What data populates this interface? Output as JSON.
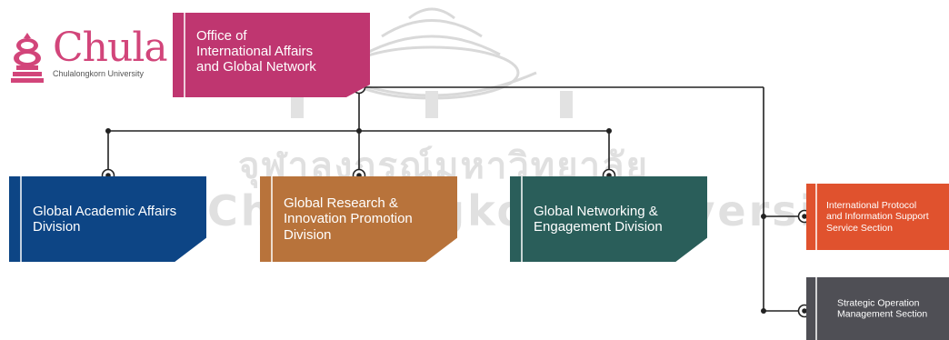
{
  "logo": {
    "word": "Chula",
    "subtitle": "Chulalongkorn University"
  },
  "watermark": {
    "thai": "จุฬาลงกรณ์มหาวิทยาลัย",
    "english": "Chulalongkorn University"
  },
  "nodes": {
    "root": {
      "label": "Office of\nInternational Affairs\nand Global Network",
      "color": "#bf3670"
    },
    "academic": {
      "label": "Global Academic Affairs\nDivision",
      "color": "#0d4585"
    },
    "research": {
      "label": "Global Research &\nInnovation Promotion\nDivision",
      "color": "#b8733b"
    },
    "networking": {
      "label": "Global Networking &\nEngagement Division",
      "color": "#2a5e5a"
    },
    "protocol": {
      "label": "International Protocol\nand Information Support\nService Section",
      "color": "#e0522e"
    },
    "strategic": {
      "label": "Strategic Operation\nManagement Section",
      "color": "#4f4f55"
    }
  },
  "line_color": "#222222"
}
